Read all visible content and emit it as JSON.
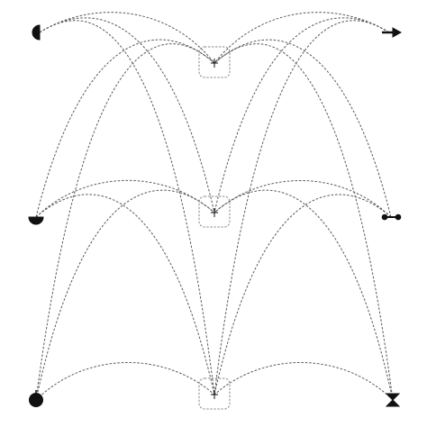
{
  "diagram": {
    "colors": {
      "edge": "#5a5a5a",
      "hub_frame": "#8a8a8a",
      "marker": "#111111",
      "background": "#ffffff"
    },
    "edge_style": "dotted-arc",
    "hubs": [
      {
        "id": "hub-top",
        "marker": "plus"
      },
      {
        "id": "hub-middle",
        "marker": "plus"
      },
      {
        "id": "hub-bottom",
        "marker": "plus"
      }
    ],
    "terminals": [
      {
        "id": "left-top",
        "shape": "half-disc-left"
      },
      {
        "id": "left-middle",
        "shape": "half-disc-bottom"
      },
      {
        "id": "left-bottom",
        "shape": "disc-with-tick"
      },
      {
        "id": "right-top",
        "shape": "arrow-right"
      },
      {
        "id": "right-middle",
        "shape": "barbell"
      },
      {
        "id": "right-bottom",
        "shape": "hourglass"
      }
    ]
  }
}
